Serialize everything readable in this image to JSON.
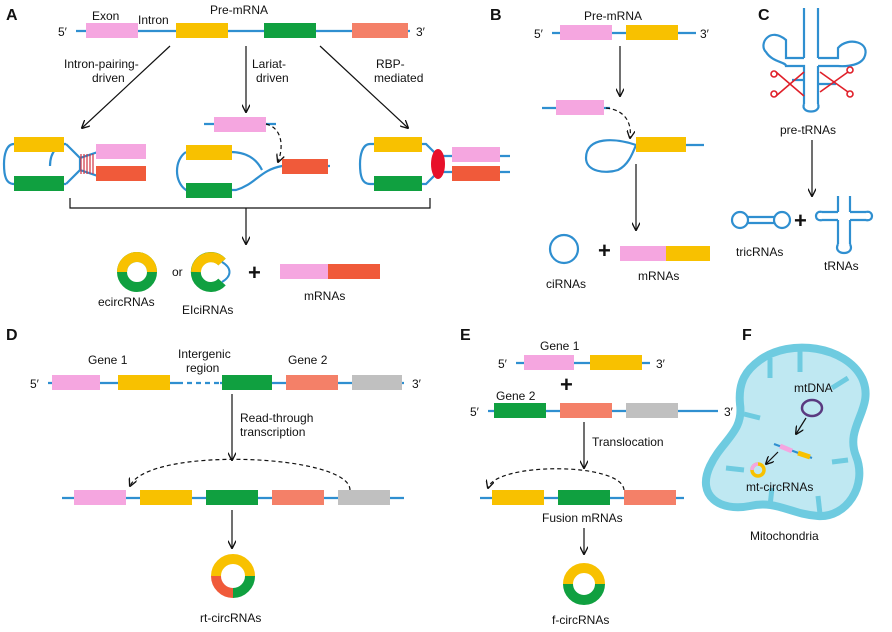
{
  "colors": {
    "exon_pink": "#f5a6e0",
    "exon_yellow": "#f8c100",
    "exon_green": "#10a040",
    "exon_salmon": "#f48068",
    "exon_red": "#f05a3a",
    "exon_gray": "#c0c0c0",
    "rna_line": "#2f8fd0",
    "scissors": "#e0202a",
    "rbp": "#e8102a",
    "mito_fill": "#bfe8f2",
    "mito_stroke": "#6ecbe0"
  },
  "panels": {
    "a": {
      "letter": "A",
      "exon_label": "Exon",
      "intron_label": "Intron",
      "five": "5′",
      "three": "3′",
      "title": "Pre-mRNA",
      "path1": [
        "Intron-pairing-",
        "driven"
      ],
      "path2": [
        "Lariat-",
        "driven"
      ],
      "path3": [
        "RBP-",
        "mediated"
      ],
      "or_label": "or",
      "ecirc": "ecircRNAs",
      "eici": "EIciRNAs",
      "mrna": "mRNAs"
    },
    "b": {
      "letter": "B",
      "title": "Pre-mRNA",
      "five": "5′",
      "three": "3′",
      "ci": "ciRNAs",
      "mrna": "mRNAs"
    },
    "c": {
      "letter": "C",
      "pre": "pre-tRNAs",
      "tric": "tricRNAs",
      "trna": "tRNAs"
    },
    "d": {
      "letter": "D",
      "five": "5′",
      "three": "3′",
      "gene1": "Gene 1",
      "intergenic": [
        "Intergenic",
        "region"
      ],
      "gene2": "Gene 2",
      "readthrough": [
        "Read-through",
        "transcription"
      ],
      "rt": "rt-circRNAs"
    },
    "e": {
      "letter": "E",
      "five": "5′",
      "three": "3′",
      "gene1": "Gene 1",
      "gene2": "Gene 2",
      "translocation": "Translocation",
      "fusion": "Fusion mRNAs",
      "f": "f-circRNAs"
    },
    "f": {
      "letter": "F",
      "mtdna": "mtDNA",
      "mtcirc": "mt-circRNAs",
      "mito": "Mitochondria"
    }
  }
}
